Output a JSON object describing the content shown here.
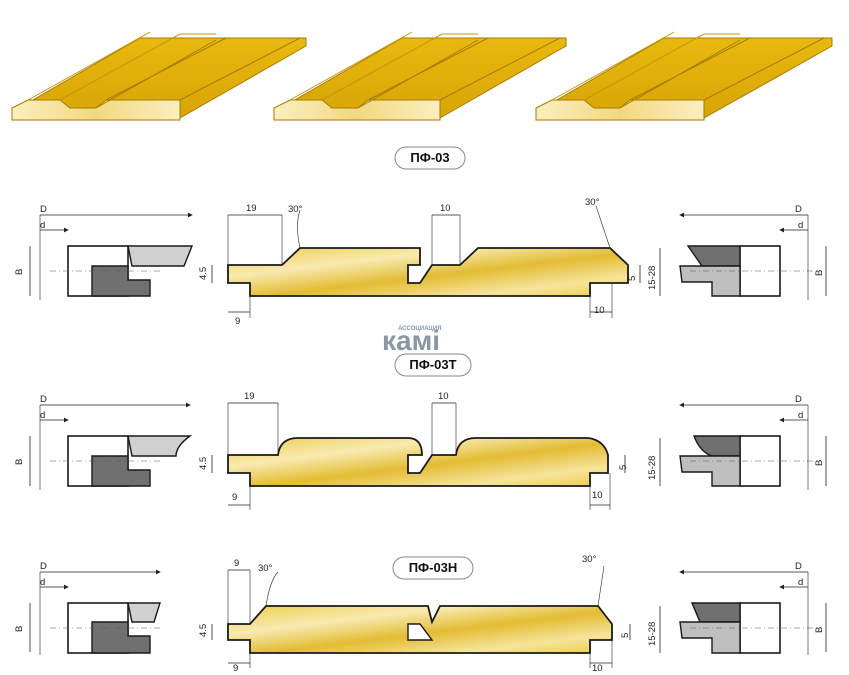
{
  "profiles": [
    {
      "name": "ПФ-03",
      "cutter_left": {
        "D": "D",
        "d": "d",
        "B": "B"
      },
      "cutter_right": {
        "D": "D",
        "d": "d",
        "B": "B"
      },
      "board": {
        "dim_top_left": "19",
        "angle_left": "30°",
        "dim_top_mid": "10",
        "angle_right": "30°",
        "dim_left": "4.5",
        "dim_bottom_left": "9",
        "dim_right_small": "5",
        "dim_thickness": "15-28",
        "dim_bottom_right": "10"
      }
    },
    {
      "name": "ПФ-03Т",
      "cutter_left": {
        "D": "D",
        "d": "d",
        "B": "B"
      },
      "cutter_right": {
        "D": "D",
        "d": "d",
        "B": "B"
      },
      "board": {
        "dim_top_left": "19",
        "dim_top_mid": "10",
        "dim_left": "4.5",
        "dim_bottom_left": "9",
        "dim_right_small": "5",
        "dim_thickness": "15-28",
        "dim_bottom_right": "10"
      }
    },
    {
      "name": "ПФ-03Н",
      "cutter_left": {
        "D": "D",
        "d": "d",
        "B": "B"
      },
      "cutter_right": {
        "D": "D",
        "d": "d",
        "B": "B"
      },
      "board": {
        "dim_top_left": "9",
        "angle_left": "30°",
        "angle_right": "30°",
        "dim_left": "4.5",
        "dim_bottom_left": "9",
        "dim_right_small": "5",
        "dim_thickness": "15-28",
        "dim_bottom_right": "10"
      }
    }
  ],
  "watermark": {
    "brand": "камі",
    "subtitle": "АССОЦИАЦИЯ"
  },
  "colors": {
    "wood_light": "#f7e8a0",
    "wood_mid": "#eccc4a",
    "wood_dark": "#c99a10",
    "outline": "#1a1a1a",
    "steel_dark": "#707070",
    "steel_light": "#bfbfbf"
  }
}
